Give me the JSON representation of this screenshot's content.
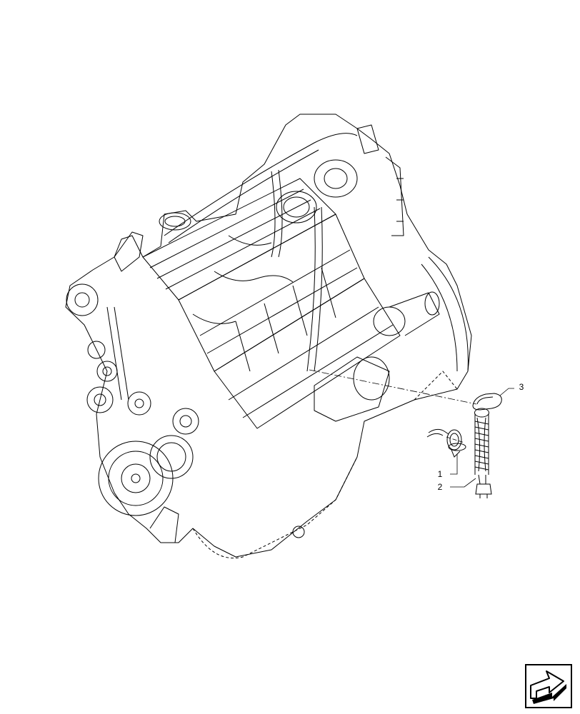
{
  "diagram": {
    "callouts": [
      "1",
      "2",
      "3"
    ],
    "icons": [
      "engine-illustration",
      "block-heater-part",
      "heater-cord-part",
      "cap-part",
      "next-page-arrow-icon"
    ]
  }
}
